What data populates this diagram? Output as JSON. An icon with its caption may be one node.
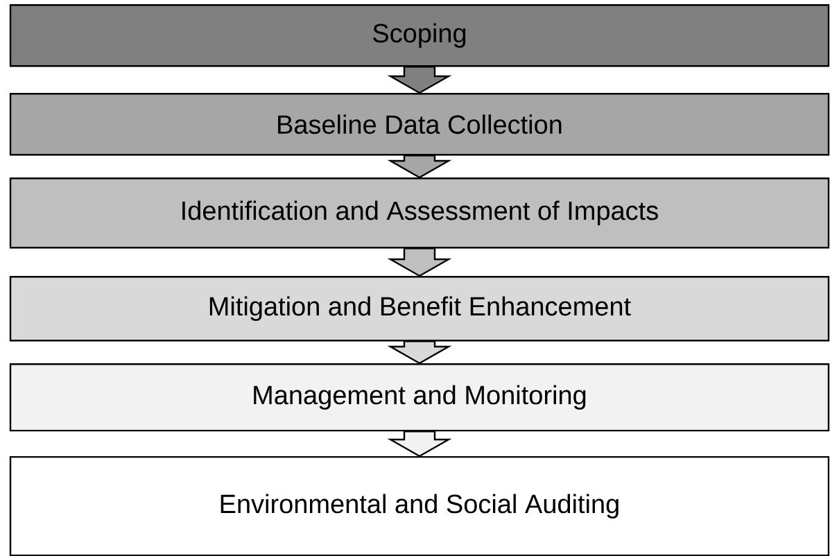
{
  "diagram": {
    "nodes": [
      {
        "text": [
          "Scoping"
        ]
      },
      {
        "text": [
          "Baseline Data Collection"
        ]
      },
      {
        "text": [
          "Identification and Assessment of Impacts"
        ]
      },
      {
        "text": [
          "Mitigation and Benefit Enhancement"
        ]
      },
      {
        "text": [
          "Management and Monitoring"
        ]
      },
      {
        "text": [
          "Environmental and Social Auditing"
        ]
      }
    ],
    "edges": [
      {
        "from": 0,
        "to": 1,
        "arrow": "to"
      },
      {
        "from": 1,
        "to": 2,
        "arrow": "to"
      },
      {
        "from": 2,
        "to": 3,
        "arrow": "to"
      },
      {
        "from": 3,
        "to": 4,
        "arrow": "to"
      },
      {
        "from": 4,
        "to": 5,
        "arrow": "to"
      }
    ]
  }
}
